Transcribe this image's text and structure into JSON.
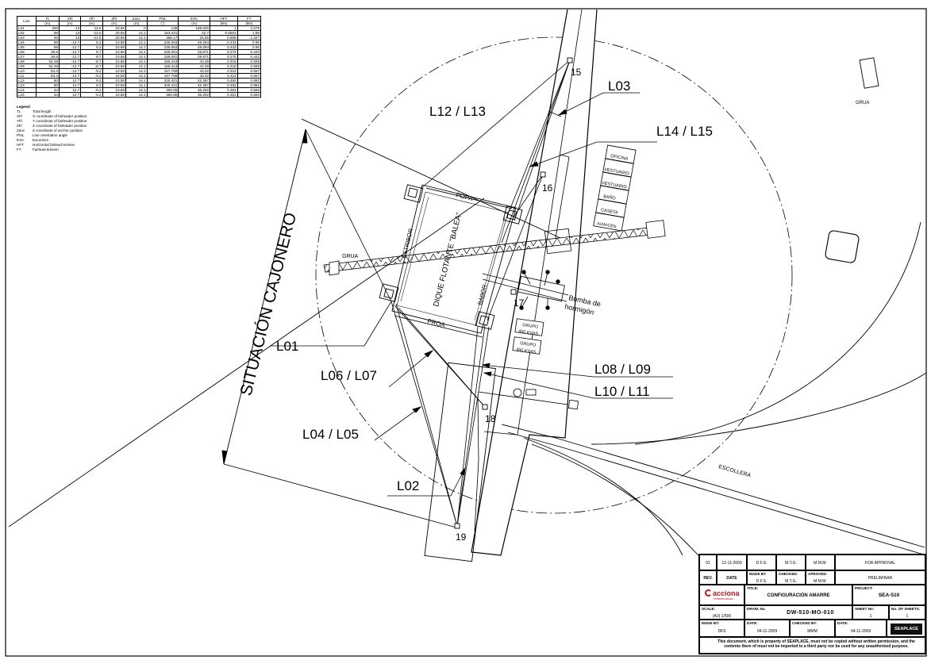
{
  "table": {
    "headers": [
      "Line",
      "TL",
      "Xfrl",
      "Yfrl",
      "Zfrl",
      "Zanc",
      "PhiL",
      "EXC",
      "HFT",
      "FT"
    ],
    "units": [
      "",
      "(m)",
      "(m)",
      "(m)",
      "(m)",
      "(m)",
      "(°)",
      "(m)",
      "(kN)",
      "(kN)"
    ],
    "rows": [
      [
        "L01",
        "200",
        "-13",
        "12.5",
        "20.68",
        "0",
        "135",
        "189.025",
        "1",
        "2.079"
      ],
      [
        "L02",
        "58",
        "13",
        "-12.5",
        "20.68",
        "14.1",
        "183.421",
        "42.7",
        "0.6581",
        "1.59"
      ],
      [
        "L03",
        "46",
        "13",
        "-12.5",
        "20.68",
        "14.1",
        "356.17",
        "34.65",
        "0.568",
        "1.327"
      ],
      [
        "L04",
        "59",
        "-12.7",
        "9.2",
        "10.58",
        "14.1",
        "235.063",
        "49.294",
        "0.433",
        "0.66"
      ],
      [
        "L05",
        "59",
        "-12.7",
        "9.2",
        "10.58",
        "14.1",
        "235.063",
        "49.294",
        "0.433",
        "0.66"
      ],
      [
        "L06",
        "36.8",
        "-12.7",
        "8.7",
        "10.58",
        "14.1",
        "236.061",
        "29.871",
        "0.275",
        "0.443"
      ],
      [
        "L07",
        "36.8",
        "-12.7",
        "8.7",
        "10.58",
        "14.1",
        "236.061",
        "29.871",
        "0.275",
        "0.443"
      ],
      [
        "L08",
        "54.49",
        "-12.7",
        "-8.7",
        "10.58",
        "14.1",
        "166.413",
        "43.38",
        "0.315",
        "0.559"
      ],
      [
        "L09",
        "54.49",
        "-12.7",
        "-8.7",
        "10.58",
        "14.1",
        "166.413",
        "43.38",
        "0.315",
        "0.559"
      ],
      [
        "L10",
        "54.4",
        "-12.7",
        "-9.2",
        "10.58",
        "14.1",
        "167.758",
        "43.32",
        "0.314",
        "0.557"
      ],
      [
        "L11",
        "54.4",
        "-12.7",
        "-9.2",
        "10.58",
        "14.1",
        "167.758",
        "43.32",
        "0.314",
        "0.557"
      ],
      [
        "L12",
        "50",
        "12.7",
        "9.2",
        "10.58",
        "14.1",
        "325.421",
        "42.397",
        "0.492",
        "0.882"
      ],
      [
        "L13",
        "50",
        "12.7",
        "9.2",
        "10.58",
        "14.1",
        "325.421",
        "42.397",
        "0.492",
        "0.882"
      ],
      [
        "L14",
        "44",
        "12.7",
        "-9.2",
        "10.58",
        "14.1",
        "350.65",
        "35.292",
        "0.351",
        "0.559"
      ],
      [
        "L15",
        "44",
        "12.7",
        "-9.2",
        "10.58",
        "14.1",
        "350.65",
        "35.292",
        "0.351",
        "0.559"
      ]
    ]
  },
  "legend": {
    "title": "Legend:",
    "items": [
      {
        "k": "TL",
        "v": "Total length"
      },
      {
        "k": "Xfrl",
        "v": "X coordinate of fairleader position"
      },
      {
        "k": "Yfrl",
        "v": "Y coordinate of fairleader position"
      },
      {
        "k": "Zfrl",
        "v": "Z coordinate of fairleader position"
      },
      {
        "k": "Zanc",
        "v": "Z coordinate of anchor position"
      },
      {
        "k": "PhiL",
        "v": "Line orientation angle"
      },
      {
        "k": "EXC",
        "v": "Excursion"
      },
      {
        "k": "HFT",
        "v": "Horizontal fairlead tension"
      },
      {
        "k": "FT",
        "v": "Fairlead tension"
      }
    ]
  },
  "drawing": {
    "situacion": "SITUACIÓN CAJONERO",
    "line_labels": [
      "L01",
      "L02",
      "L03",
      "L04 / L05",
      "L06 / L07",
      "L08 / L09",
      "L10 / L11",
      "L12 / L13",
      "L14 / L15"
    ],
    "anchors": [
      "15",
      "16",
      "17",
      "18",
      "19"
    ],
    "grua_top": "GRUA",
    "grua_crane": "GRUA",
    "popa": "POPA",
    "proa": "PROA",
    "estribor": "ESTRIBOR",
    "babor": "BABOR",
    "dique": "DIQUE FLOTANTE \"BALEA\"",
    "bomba_1": "Bomba de",
    "bomba_2": "hormigón",
    "escollera": "ESCOLLERA",
    "buildings": [
      "OFICINA",
      "VESTUARIO",
      "VESTUARIO",
      "BAÑO",
      "CASETA",
      "ALMACÉN"
    ],
    "grupo1": [
      "GRUPO",
      "450 KVAS"
    ],
    "grupo2": [
      "GRUPO",
      "450 KVAS"
    ]
  },
  "titleblock": {
    "rev_row": {
      "rev": "01",
      "date": "12-11-2009",
      "made": "D.F.S.",
      "checked": "M.T.G.",
      "approved": "M.M.M.",
      "status": "FOR APPROVAL"
    },
    "rev_header": {
      "rev": "REV.",
      "date": "DATE",
      "made_lab": "MADE BY",
      "made": "D.F.S.",
      "checked_lab": "CHECKED:",
      "checked": "M.T.G.",
      "approved_lab": "APROVED:",
      "approved": "M.M.M.",
      "status": "PRELIMINAR"
    },
    "logo": "acciona",
    "logo_sub": "infraestructuras",
    "title_lab": "TITLE:",
    "title": "CONFIGURACIÓN AMARRE",
    "project_lab": "PROJECT:",
    "project": "SEA-510",
    "scale_lab": "SCALE:",
    "scale": "(A3) 1/500",
    "drawno_lab": "DRAW. No.",
    "drawno": "DW-510-MO-010",
    "sheet_lab": "SHEET No:",
    "sheet": "1",
    "sheets_lab": "No. OF SHEETS:",
    "sheets": "1",
    "madeby_lab": "MADE BY:",
    "madeby": "DFS",
    "date1_lab": "DATE:",
    "date1": "04-11-2009",
    "checkedby_lab": "CHECKED BY:",
    "checkedby": "MMM",
    "date2_lab": "DATE:",
    "date2": "04-11-2009",
    "logo2": "SEAPLACE",
    "disclaimer": "This document, which is property of SEAPLACE, must not be copied without written permission, and the contents there of must not be imported to a third party nor be used for any unauthorized purpose."
  }
}
